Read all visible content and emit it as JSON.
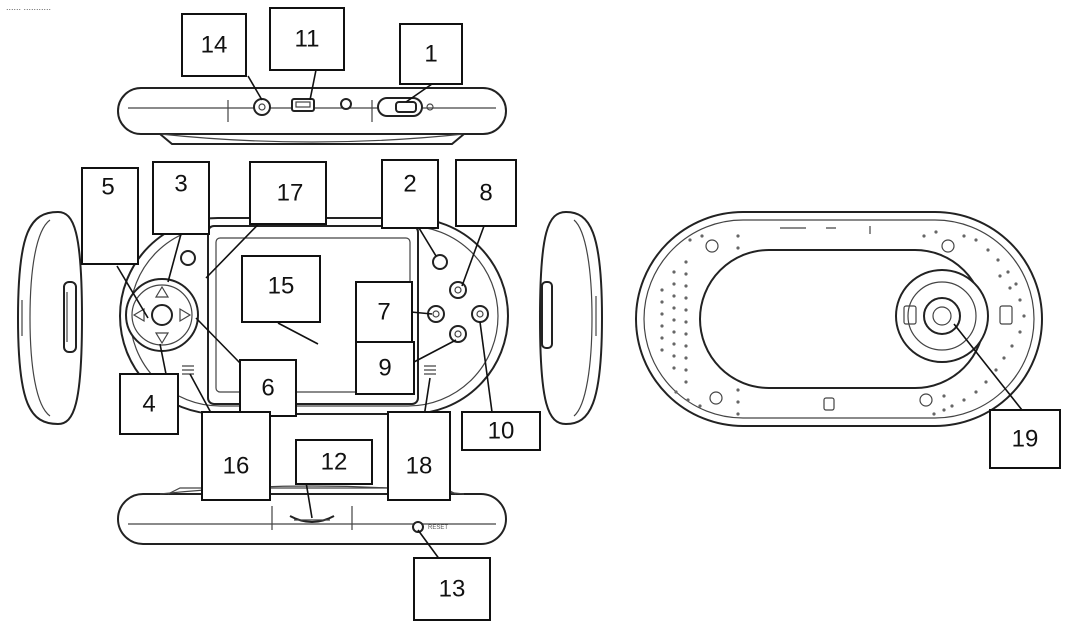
{
  "caption": "...... ...........",
  "device_labels": {
    "reset": "RESET"
  },
  "callouts": {
    "c1": "1",
    "c2": "2",
    "c3": "3",
    "c4": "4",
    "c5": "5",
    "c6": "6",
    "c7": "7",
    "c8": "8",
    "c9": "9",
    "c10": "10",
    "c11": "11",
    "c12": "12",
    "c13": "13",
    "c14": "14",
    "c15": "15",
    "c16": "16",
    "c17": "17",
    "c18": "18",
    "c19": "19"
  },
  "colors": {
    "ink": "#111111",
    "background": "#ffffff"
  }
}
